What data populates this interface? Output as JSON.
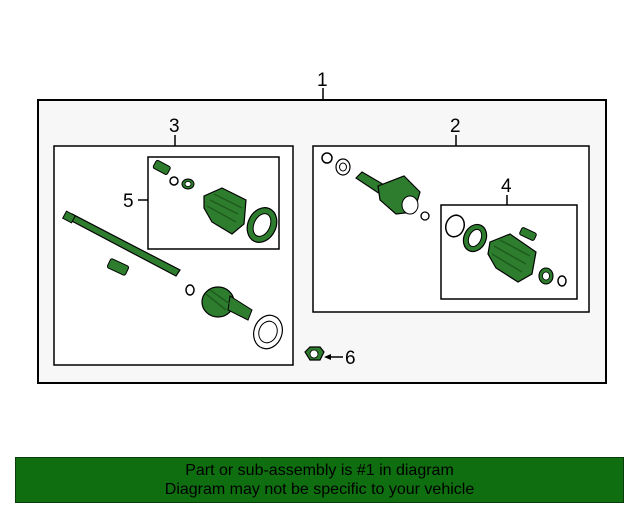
{
  "colors": {
    "part_fill": "#2e7d2e",
    "part_shadow": "#1d5c1d",
    "outline": "#000000",
    "panel_bg": "#f7f7f7",
    "banner_bg": "#0f6e0f"
  },
  "callouts": {
    "c1": "1",
    "c2": "2",
    "c3": "3",
    "c4": "4",
    "c5": "5",
    "c6": "6"
  },
  "footer": {
    "line1": "Part or sub-assembly is #1 in diagram",
    "line2": "Diagram may not be specific to your vehicle"
  }
}
